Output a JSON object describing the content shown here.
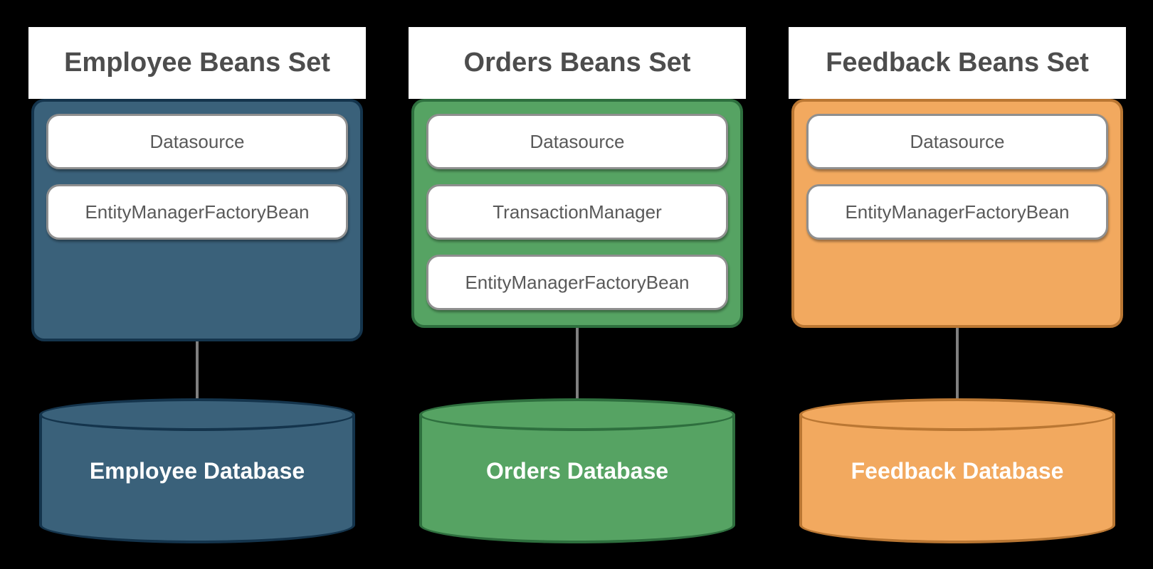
{
  "diagram": {
    "background_color": "#000000",
    "connector_color": "#7f7f7f",
    "title_text_color": "#4d4d4d",
    "bean_text_color": "#595959",
    "database_text_color": "#ffffff"
  },
  "columns": [
    {
      "header": "Employee Beans Set",
      "beans": [
        "Datasource",
        "EntityManagerFactoryBean"
      ],
      "database": "Employee Database",
      "colors": {
        "fill": "#3A617A",
        "stroke": "#14344C"
      }
    },
    {
      "header": "Orders Beans Set",
      "beans": [
        "Datasource",
        "TransactionManager",
        "EntityManagerFactoryBean"
      ],
      "database": "Orders Database",
      "colors": {
        "fill": "#56A363",
        "stroke": "#2E6F3E"
      }
    },
    {
      "header": "Feedback Beans Set",
      "beans": [
        "Datasource",
        "EntityManagerFactoryBean"
      ],
      "database": "Feedback Database",
      "colors": {
        "fill": "#F2A95F",
        "stroke": "#BA7733"
      }
    }
  ]
}
